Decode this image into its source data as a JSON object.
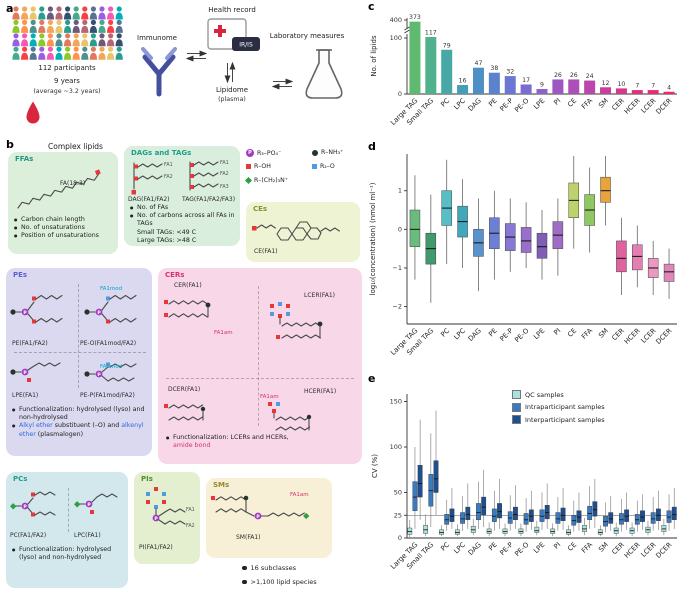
{
  "labels": {
    "a": "a",
    "b": "b",
    "c": "c",
    "d": "d",
    "e": "e"
  },
  "panel_a": {
    "participants": "112 participants",
    "years": "9 years",
    "years_avg": "(average ~3.2 years)",
    "immunome": "Immunome",
    "health_record": "Health record",
    "ir_is": "IR/IS",
    "lipidome": "Lipidome",
    "plasma": "(plasma)",
    "laboratory": "Laboratory measures",
    "crowd_colors": [
      "#e07a5f",
      "#f2a65a",
      "#e9c46a",
      "#2a9d8f",
      "#6d597a",
      "#b56576",
      "#355070",
      "#43aa8b",
      "#f94144",
      "#577590",
      "#9b5de5",
      "#f15bb5",
      "#00afb9",
      "#8ac926",
      "#ff924c",
      "#4d908e"
    ]
  },
  "panel_b": {
    "title": "Complex lipids",
    "common": {
      "fa1": "FA1",
      "fa2": "FA2",
      "fa3": "FA3",
      "famod": "FA1mod",
      "faam": "FA1am"
    },
    "ffa": {
      "title": "FFAs",
      "molecule": "FA(18:3)",
      "bullets": [
        "Carbon chain length",
        "No. of unsaturations",
        "Position of unsaturations"
      ]
    },
    "dag_tag": {
      "title": "DAGs and TAGs",
      "dag_label": "DAG(FA1/FA2)",
      "tag_label": "TAG(FA1/FA2/FA3)",
      "bullets": [
        "No. of FAs",
        "No. of carbons across all FAs in TAGs"
      ],
      "sub_bullets": [
        "Small TAGs: <49 C",
        "Large TAGs: >48 C"
      ]
    },
    "key": {
      "p_symbol": "P",
      "phosphate": "R₃–PO₄⁻",
      "amine": "R–NH₃⁺",
      "hydroxyl": "R–OH",
      "ether": "R₂–O",
      "choline": "R–(CH₂)₃N⁺"
    },
    "ce": {
      "title": "CEs",
      "label": "CE(FA1)"
    },
    "pe": {
      "title": "PEs",
      "pe_label": "PE(FA1/FA2)",
      "peo_label": "PE-O(FA1mod/FA2)",
      "lpe_label": "LPE(FA1)",
      "pep_label": "PE-P(FA1mod/FA2)",
      "bullet1": "Functionalization: hydrolysed (lyso) and non-hydrolysed",
      "bullet2_parts": {
        "a": "Alkyl ether",
        "b": " substituent (–O) and ",
        "c": "alkenyl ether",
        "d": " (plasmalogen)"
      }
    },
    "cer": {
      "title": "CERs",
      "cer_label": "CER(FA1)",
      "lcer_label": "LCER(FA1)",
      "dcer_label": "DCER(FA1)",
      "hcer_label": "HCER(FA1)",
      "bullet_parts": {
        "a": "Functionalization: LCERs and HCERs, ",
        "b": "amide bond"
      }
    },
    "pc": {
      "title": "PCs",
      "pc_label": "PC(FA1/FA2)",
      "lpc_label": "LPC(FA1)",
      "bullet": "Functionalization: hydrolysed (lyso) and non-hydrolysed"
    },
    "pi": {
      "title": "PIs",
      "label": "PI(FA1/FA2)"
    },
    "sm": {
      "title": "SMs",
      "label": "SM(FA1)"
    },
    "footer": [
      "16 subclasses",
      ">1,100 lipid species"
    ]
  },
  "chart_data": [
    {
      "id": "c",
      "type": "bar",
      "ylabel": "No. of lipids",
      "categories": [
        "Large TAG",
        "Small TAG",
        "PC",
        "LPC",
        "DAG",
        "PE",
        "PE-P",
        "PE-O",
        "LPE",
        "PI",
        "CE",
        "FFA",
        "SM",
        "CER",
        "HCER",
        "LCER",
        "DCER"
      ],
      "values": [
        373,
        117,
        79,
        16,
        47,
        38,
        32,
        17,
        9,
        26,
        26,
        24,
        12,
        10,
        7,
        7,
        4
      ],
      "bar_colors": [
        "#5fba6f",
        "#50b18c",
        "#47a8a5",
        "#459db8",
        "#4e90c5",
        "#5b83cd",
        "#6b77d2",
        "#7c6cd0",
        "#8d62ca",
        "#9d58c2",
        "#ac4fb7",
        "#ba47ab",
        "#c83f9d",
        "#d4388f",
        "#df3180",
        "#ea2b72",
        "#f32664"
      ],
      "yticks": [
        0,
        100,
        400
      ],
      "axis_break": {
        "lower_max": 100,
        "upper_tick": 400
      }
    },
    {
      "id": "d",
      "type": "box",
      "ylabel": "log₁₀(concentration) (nmol ml⁻¹)",
      "categories": [
        "Large TAG",
        "Small TAG",
        "PC",
        "LPC",
        "DAG",
        "PE",
        "PE-P",
        "PE-O",
        "LPE",
        "PI",
        "CE",
        "FFA",
        "SM",
        "CER",
        "HCER",
        "LCER",
        "DCER"
      ],
      "yticks": [
        1,
        0,
        -1,
        -2
      ],
      "ylim": [
        -2.45,
        1.95
      ],
      "colors": [
        "#6cbb7e",
        "#41996e",
        "#56bec4",
        "#3fa8bb",
        "#5b93cf",
        "#6b80d4",
        "#8678d4",
        "#9a6ecb",
        "#7e5fb5",
        "#a06cc4",
        "#bdd26a",
        "#8fc763",
        "#e8a33d",
        "#e0639f",
        "#e57fb2",
        "#eb99c3",
        "#df87b8"
      ],
      "boxes": [
        [
          -1.3,
          -0.45,
          0.0,
          0.5,
          1.4
        ],
        [
          -1.9,
          -0.9,
          -0.5,
          -0.1,
          0.9
        ],
        [
          -0.9,
          0.1,
          0.55,
          1.0,
          1.8
        ],
        [
          -1.0,
          -0.2,
          0.2,
          0.6,
          1.3
        ],
        [
          -1.6,
          -0.7,
          -0.35,
          0.0,
          0.8
        ],
        [
          -1.3,
          -0.5,
          -0.1,
          0.3,
          1.0
        ],
        [
          -1.1,
          -0.55,
          -0.2,
          0.15,
          0.8
        ],
        [
          -1.0,
          -0.6,
          -0.3,
          0.05,
          0.7
        ],
        [
          -1.3,
          -0.75,
          -0.45,
          -0.1,
          0.5
        ],
        [
          -1.2,
          -0.5,
          -0.15,
          0.2,
          0.8
        ],
        [
          -0.5,
          0.3,
          0.75,
          1.2,
          1.9
        ],
        [
          -0.6,
          0.1,
          0.5,
          0.9,
          1.6
        ],
        [
          0.1,
          0.7,
          1.0,
          1.35,
          1.9
        ],
        [
          -1.7,
          -1.1,
          -0.75,
          -0.3,
          0.3
        ],
        [
          -1.5,
          -1.05,
          -0.7,
          -0.4,
          0.1
        ],
        [
          -1.7,
          -1.25,
          -1.0,
          -0.75,
          -0.3
        ],
        [
          -1.8,
          -1.35,
          -1.1,
          -0.9,
          -0.5
        ]
      ]
    },
    {
      "id": "e",
      "type": "grouped_box",
      "ylabel": "CV (%)",
      "categories": [
        "Large TAG",
        "Small TAG",
        "PC",
        "LPC",
        "DAG",
        "PE",
        "PE-P",
        "PE-O",
        "LPE",
        "PI",
        "CE",
        "FFA",
        "SM",
        "CER",
        "HCER",
        "LCER",
        "DCER"
      ],
      "yticks": [
        0,
        25,
        50,
        100,
        150
      ],
      "ylim": [
        0,
        155
      ],
      "ref_line": 25,
      "series": [
        {
          "name": "QC samples",
          "color": "#a9e2de",
          "boxes": [
            [
              1,
              4,
              7,
              11,
              20
            ],
            [
              2,
              5,
              9,
              14,
              26
            ],
            [
              2,
              4,
              6,
              9,
              14
            ],
            [
              2,
              4,
              6,
              9,
              15
            ],
            [
              3,
              6,
              9,
              13,
              21
            ],
            [
              2,
              5,
              7,
              10,
              17
            ],
            [
              2,
              5,
              7,
              10,
              16
            ],
            [
              2,
              5,
              7,
              10,
              16
            ],
            [
              3,
              6,
              8,
              12,
              19
            ],
            [
              2,
              5,
              7,
              10,
              16
            ],
            [
              2,
              4,
              6,
              9,
              14
            ],
            [
              3,
              7,
              10,
              14,
              22
            ],
            [
              2,
              4,
              6,
              9,
              14
            ],
            [
              2,
              5,
              8,
              11,
              17
            ],
            [
              2,
              5,
              8,
              11,
              17
            ],
            [
              3,
              6,
              9,
              12,
              19
            ],
            [
              3,
              7,
              10,
              14,
              21
            ]
          ]
        },
        {
          "name": "Intraparticipant samples",
          "color": "#3a7bbf",
          "boxes": [
            [
              10,
              30,
              45,
              62,
              100
            ],
            [
              12,
              35,
              52,
              70,
              115
            ],
            [
              8,
              15,
              20,
              26,
              42
            ],
            [
              8,
              16,
              21,
              28,
              46
            ],
            [
              10,
              20,
              28,
              38,
              62
            ],
            [
              8,
              18,
              24,
              32,
              52
            ],
            [
              8,
              16,
              22,
              29,
              47
            ],
            [
              7,
              15,
              20,
              27,
              44
            ],
            [
              9,
              18,
              24,
              31,
              50
            ],
            [
              8,
              16,
              21,
              28,
              45
            ],
            [
              7,
              14,
              19,
              25,
              41
            ],
            [
              10,
              20,
              27,
              35,
              57
            ],
            [
              6,
              13,
              18,
              24,
              39
            ],
            [
              7,
              15,
              20,
              27,
              43
            ],
            [
              7,
              15,
              20,
              26,
              41
            ],
            [
              8,
              16,
              21,
              28,
              45
            ],
            [
              8,
              17,
              23,
              30,
              48
            ]
          ]
        },
        {
          "name": "Interparticipant samples",
          "color": "#1e4f91",
          "boxes": [
            [
              20,
              45,
              60,
              80,
              130
            ],
            [
              25,
              50,
              65,
              85,
              140
            ],
            [
              10,
              18,
              24,
              32,
              55
            ],
            [
              10,
              20,
              26,
              34,
              60
            ],
            [
              12,
              25,
              34,
              45,
              75
            ],
            [
              10,
              22,
              29,
              38,
              65
            ],
            [
              10,
              20,
              26,
              34,
              58
            ],
            [
              9,
              18,
              24,
              31,
              52
            ],
            [
              10,
              21,
              28,
              36,
              60
            ],
            [
              9,
              19,
              25,
              33,
              55
            ],
            [
              8,
              17,
              23,
              30,
              50
            ],
            [
              11,
              24,
              31,
              40,
              65
            ],
            [
              8,
              16,
              21,
              28,
              46
            ],
            [
              9,
              18,
              24,
              31,
              50
            ],
            [
              9,
              18,
              23,
              30,
              48
            ],
            [
              9,
              19,
              25,
              32,
              52
            ],
            [
              10,
              20,
              26,
              34,
              55
            ]
          ]
        }
      ]
    }
  ]
}
